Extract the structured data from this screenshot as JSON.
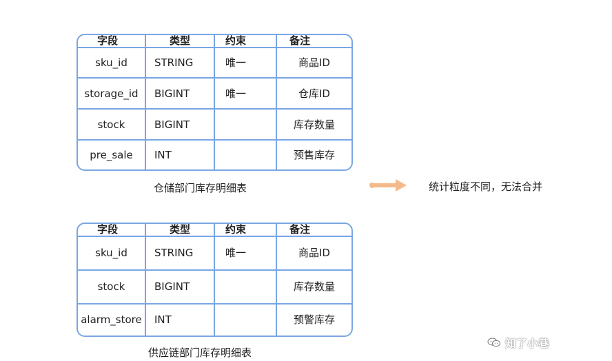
{
  "tables": [
    {
      "headers": [
        "字段",
        "类型",
        "约束",
        "备注"
      ],
      "rows": [
        [
          "sku_id",
          "STRING",
          "唯一",
          "商品ID"
        ],
        [
          "storage_id",
          "BIGINT",
          "唯一",
          "仓库ID"
        ],
        [
          "stock",
          "BIGINT",
          "",
          "库存数量"
        ],
        [
          "pre_sale",
          "INT",
          "",
          "预售库存"
        ]
      ],
      "caption": "仓储部门库存明细表"
    },
    {
      "headers": [
        "字段",
        "类型",
        "约束",
        "备注"
      ],
      "rows": [
        [
          "sku_id",
          "STRING",
          "唯一",
          "商品ID"
        ],
        [
          "stock",
          "BIGINT",
          "",
          "库存数量"
        ],
        [
          "alarm_store",
          "INT",
          "",
          "预警库存"
        ]
      ],
      "caption": "供应链部门库存明细表"
    }
  ],
  "note": "统计粒度不同，无法合并",
  "watermark": "知了小巷",
  "colors": {
    "table_line": "#79a6e3",
    "arrow": "#f5ba8b",
    "text": "#1f1f1f"
  },
  "icons": {
    "arrow": "right-arrow-icon",
    "watermark": "wechat-icon"
  }
}
